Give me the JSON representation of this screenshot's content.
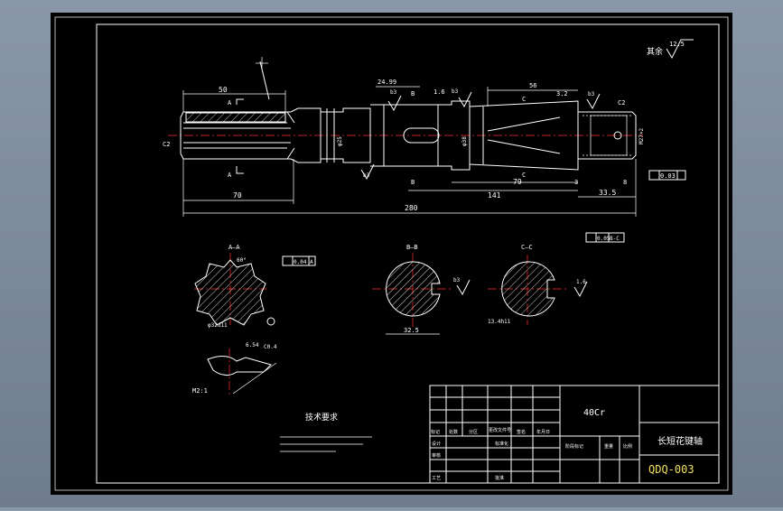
{
  "drawing": {
    "roughness_note": "其余",
    "roughness_value": "12.5",
    "title_block": {
      "material": "40Cr",
      "part_name": "长短花键轴",
      "drawing_no": "QDQ-003",
      "header_labels": [
        "标记",
        "处数",
        "分区",
        "更改文件号",
        "签名",
        "年月日"
      ],
      "row_labels": [
        "设计",
        "审核",
        "工艺"
      ],
      "mid_labels": [
        "标准化",
        "批准"
      ],
      "stage_labels": [
        "阶段标记",
        "重量",
        "比例"
      ]
    },
    "tech_req": {
      "title": "技术要求"
    },
    "dims": {
      "d50_left": "50",
      "d24_99": "24.99",
      "d56": "56",
      "d70": "70",
      "d141": "141",
      "d79": "79",
      "d3": "3",
      "d33_5": "33.5",
      "d8": "8",
      "d280": "280",
      "d32_5": "32.5",
      "d13_4": "13.4h11",
      "d6_54": "6.54",
      "d0_4": "C0.4",
      "d32d11": "φ32d11",
      "d60": "60°",
      "c2_left": "C2",
      "c2_right": "C2",
      "d3_2": "3.2",
      "d1_6": "1.6",
      "d38": "φ38",
      "m27": "M27×2",
      "d25": "φ25"
    },
    "sections": {
      "aa": "A—A",
      "bb": "B—B",
      "cc": "C—C",
      "detail": "M2:1",
      "label_a": "A",
      "label_b": "B",
      "label_c": "C"
    },
    "tolerances": {
      "t1": "0.03",
      "t2": "0.04",
      "t3": "0.05",
      "datum_a": "A",
      "datum_bc": "B-C"
    },
    "roughness_marks": [
      "b3",
      "b3",
      "b3",
      "b3",
      "b3",
      "1.6",
      "3.2"
    ]
  }
}
